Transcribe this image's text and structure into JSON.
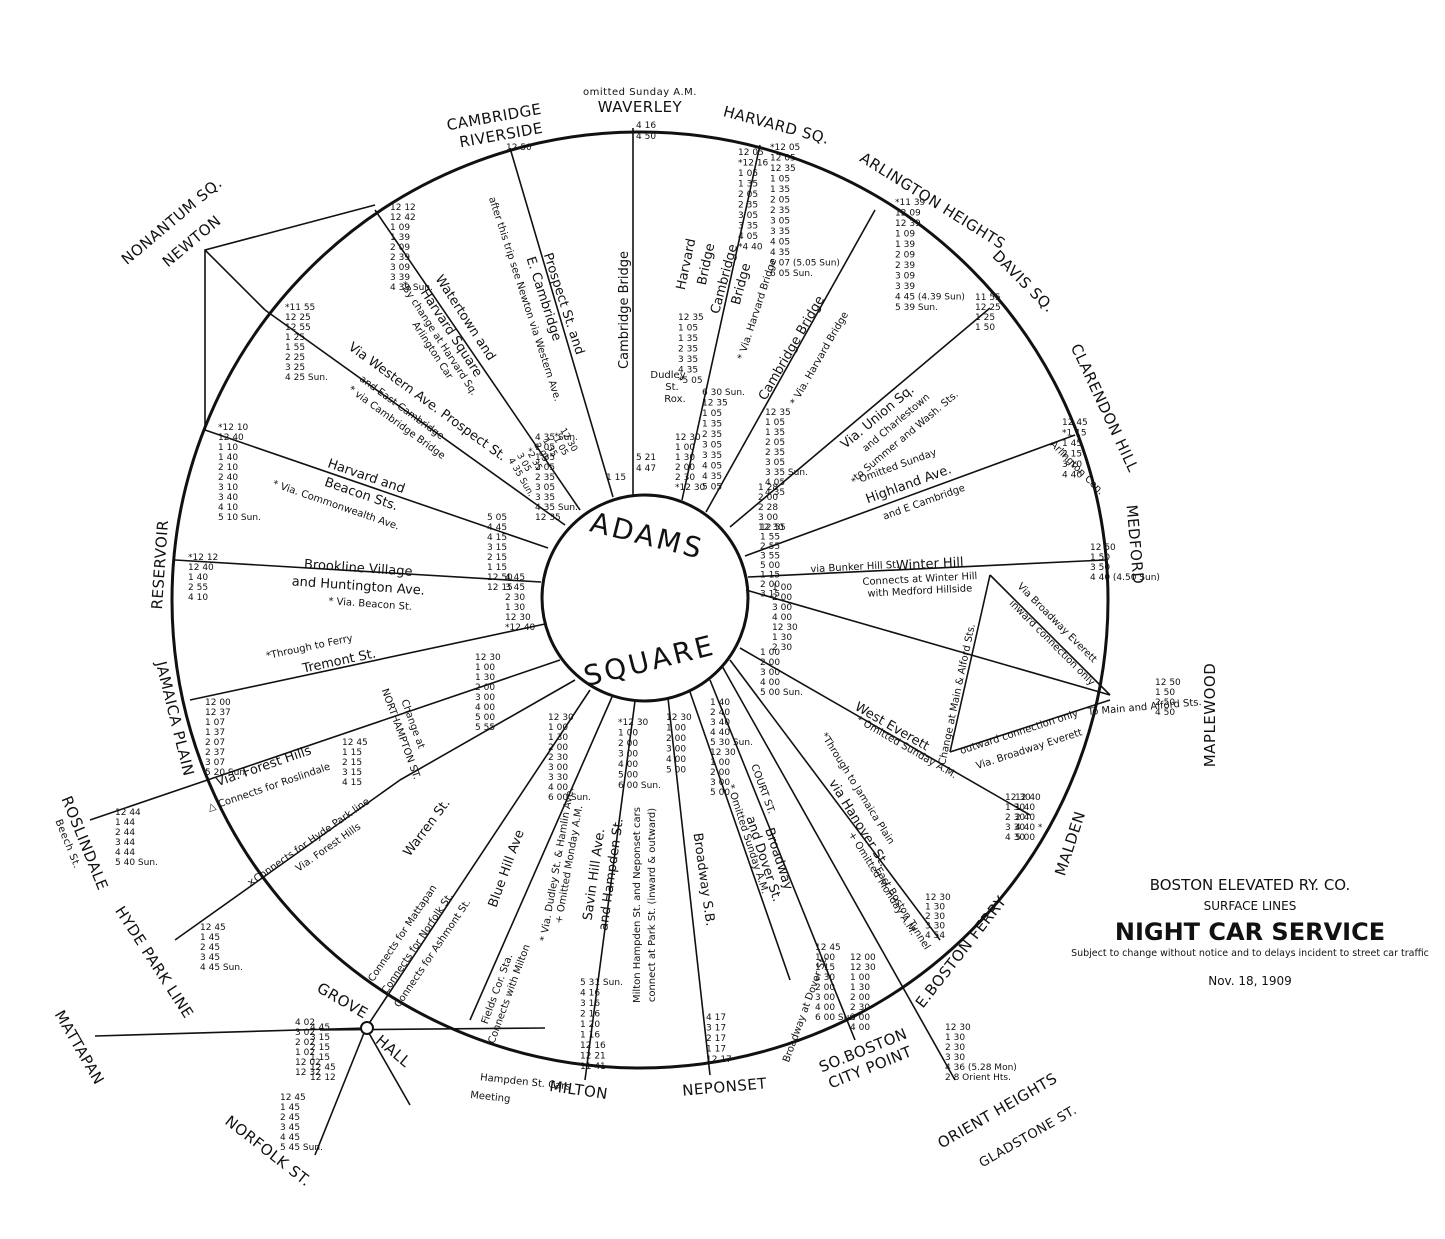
{
  "colors": {
    "ink": "#111111",
    "paper": "#ffffff"
  },
  "hub": {
    "top": "ADAMS",
    "bottom": "SQUARE"
  },
  "title": {
    "company": "BOSTON ELEVATED RY. CO.",
    "lines": "SURFACE LINES",
    "service": "NIGHT CAR SERVICE",
    "disclaimer": "Subject to change without notice and to delays incident to street car traffic",
    "date": "Nov. 18, 1909"
  },
  "destinations": {
    "waverley": "WAVERLEY",
    "waverley_note": "omitted Sunday A.M.",
    "cambridge_riverside_1": "CAMBRIDGE",
    "cambridge_riverside_2": "RIVERSIDE",
    "harvard_sq": "HARVARD SQ.",
    "arlington_heights": "ARLINGTON HEIGHTS",
    "davis_sq": "DAVIS SQ.",
    "clarendon_hill": "CLARENDON HILL",
    "medford": "MEDFORD",
    "maplewood": "MAPLEWOOD",
    "malden": "MALDEN",
    "e_boston_ferry": "E.BOSTON FERRY",
    "orient_heights": "ORIENT HEIGHTS",
    "gladstone": "GLADSTONE ST.",
    "so_boston": "SO.BOSTON",
    "city_point": "CITY POINT",
    "neponset": "NEPONSET",
    "milton": "MILTON",
    "grove_hall": "GROVE",
    "grove_hall_2": "HALL",
    "norfolk_st": "NORFOLK ST.",
    "mattapan": "MATTAPAN",
    "hyde_park_line": "HYDE PARK LINE",
    "roslindale": "ROSLINDALE",
    "roslindale_sub": "Beech St.",
    "jamaica_plain": "JAMAICA PLAIN",
    "reservoir": "RESERVOIR",
    "nonantum_sq": "NONANTUM SQ.",
    "newton": "NEWTON"
  },
  "routes": {
    "cambridge_bridge": "Cambridge Bridge",
    "prospect_1": "Prospect St. and",
    "prospect_2": "E. Cambridge",
    "prospect_note": "after this trip see Newton via Western Ave.",
    "watertown_1": "Watertown and",
    "watertown_2": "Harvard Square",
    "watertown_note_1": "*By change at Harvard Sq.",
    "watertown_note_2": "Arlington Car",
    "western_1": "Via Western Ave. Prospect St.",
    "western_2": "and East Cambridge",
    "western_3": "* via Cambridge Bridge",
    "harvard_beacon_1": "Harvard and",
    "harvard_beacon_2": "Beacon Sts.",
    "harvard_beacon_note": "* Via. Commonwealth Ave.",
    "brookline_1": "Brookline Village",
    "brookline_2": "and Huntington Ave.",
    "brookline_note": "* Via. Beacon St.",
    "tremont_note": "*Through to Ferry",
    "tremont": "Tremont St.",
    "forest_hills": "Via. Forest Hills",
    "forest_hills_note": "△ Connects for Roslindale",
    "northampton_1": "Change at",
    "northampton_2": "NORTHAMPTON ST.",
    "hyde_park_note": "×Connects for Hyde Park line",
    "hyde_park_via": "Via. Forest Hills",
    "warren": "Warren St.",
    "mattapan_note": "Connects for Mattapan",
    "norfolk_note": "Connects for Norfolk St.",
    "ashmont_note": "Connects for Ashmont St.",
    "blue_hill": "Blue Hill Ave",
    "fields_corner_1": "Fields Cor. Sta.",
    "fields_corner_2": "Connects with Milton",
    "dudley_note": "* Via. Dudley St. & Hamlin Ave.",
    "dudley_note_2": "+ Omitted Monday A.M.",
    "savin_hill_1": "Savin Hill Ave.",
    "savin_hill_2": "and Hampden St.",
    "milton_hampden_1": "Milton Hampden St. and Neponset cars",
    "milton_hampden_2": "connect at Park St. (inward & outward)",
    "broadway_sb": "Broadway S.B.",
    "court_st": "COURT ST.",
    "broadway_dover_1": "Broadway",
    "broadway_dover_2": "and Dover St.",
    "broadway_dover_note": "* Omitted Sunday A.M.",
    "broadway_at_dover": "Broadway at Dover St.",
    "hanover_note": "*Through to Jamaica Plain",
    "hanover": "via Hanover St.",
    "east_boston_tunnel": "East Boston Tunnel",
    "east_boston_note": "+ Omitted Monday A.M.",
    "west_everett": "West Everett",
    "west_everett_note": "* Omitted Sunday A.M.",
    "outward_conn": "outward connection only",
    "via_broadway_everett": "Via. Broadway Everett",
    "change_main": "Change at Main & Alford Sts.",
    "via_broadway_everett_2": "Via Broadway Everett",
    "inward_conn": "inward connection only",
    "winter_hill": "Winter Hill",
    "winter_hill_conn_1": "Connects at Winter Hill",
    "winter_hill_conn_2": "with Medford Hillside",
    "bunker_hill": "via Bunker Hill St.",
    "highland_note": "* Omitted Sunday",
    "highland_1": "Highland Ave.",
    "highland_2": "and E Cambridge",
    "arlington_cen": "Arlington Cen.",
    "union_sq_1": "Via. Union Sq.",
    "union_sq_2": "and Charlestown",
    "union_sq_3": "to Summer and Wash. Sts.",
    "cambridge_bridge_2": "Cambridge Bridge",
    "via_harvard_bridge": "* Via. Harvard Bridge",
    "harvard_bridge_1": "Harvard",
    "harvard_bridge_2": "Bridge",
    "cambridge_bridge_3": "Cambridge",
    "cambridge_bridge_3b": "Bridge",
    "via_harvard_bridge_2": "* Via. Harvard Bridge",
    "dudley_rox_1": "Dudley",
    "dudley_rox_2": "St.",
    "dudley_rox_3": "Rox.",
    "hampden_bottom_1": "Hampden St. Cars",
    "hampden_bottom_2": "Meeting",
    "to_malden_alford": "To Main and Alford Sts."
  },
  "times": {
    "waverley_out": [
      "4 16",
      "4 50"
    ],
    "waverley_in": [
      "5 21",
      "4 47"
    ],
    "riverside": [
      "12 50"
    ],
    "prospect_in": [
      "1 15"
    ],
    "prospect_out": [
      "12 30",
      "*1 05",
      "1 35",
      "2 05",
      "*2 35",
      "3 05",
      "4 35 Sun."
    ],
    "harvard_sq_out": [
      "*12 05",
      "12 05",
      "12 35",
      "1 05",
      "1 35",
      "2 05",
      "2 35",
      "3 05",
      "3 35",
      "4 05",
      "4 35",
      "5 07 (5.05 Sun)",
      "6 05 Sun."
    ],
    "harvard_sq_out_2": [
      "12 05",
      "*12 16",
      "1 05",
      "1 35",
      "2 05",
      "2 35",
      "3 05",
      "3 35",
      "4 05",
      "*4 40"
    ],
    "harvard_bridge_in": [
      "12 35",
      "1 05",
      "1 35",
      "2 35",
      "3 35",
      "4 35",
      "*5 05"
    ],
    "cambridge_bridge_in": [
      "6 30 Sun.",
      "12 35",
      "1 05",
      "1 35",
      "2 35",
      "3 05",
      "3 35",
      "4 05",
      "4 35",
      "5 05"
    ],
    "cambridge_in_2": [
      "12 30",
      "1 00",
      "1 30",
      "2 00",
      "2 30",
      "*12 30"
    ],
    "arlington_out": [
      "*11 39",
      "12 09",
      "12 39",
      "1 09",
      "1 39",
      "2 09",
      "2 39",
      "3 09",
      "3 39",
      "4 45 (4.39 Sun)",
      "5 39 Sun."
    ],
    "arlington_in": [
      "12 35",
      "1 05",
      "1 35",
      "2 05",
      "2 35",
      "3 05",
      "3 35 Sun.",
      "4 05",
      "4 35"
    ],
    "davis_out": [
      "11 55",
      "12 25",
      "1 25",
      "1 50"
    ],
    "davis_in": [
      "1 28",
      "2 00",
      "2 28",
      "3 00",
      "12 30"
    ],
    "clarendon_out": [
      "12 45",
      "*1 15",
      "1 45",
      "2 15",
      "3 10",
      "4 40"
    ],
    "clarendon_in": [
      "12 55",
      "1 55",
      "2 55",
      "3 55",
      "5 00",
      "1 15",
      "2 00",
      "3 15"
    ],
    "medford_out": [
      "12 50",
      "1 50",
      "3 50",
      "4 40 (4.50 Sun)"
    ],
    "medford_in": [
      "1 00",
      "2 00",
      "3 00",
      "4 00",
      "12 30",
      "1 30",
      "2 30"
    ],
    "maplewood_out": [
      "12 50",
      "1 50",
      "2 50",
      "4 50"
    ],
    "everett_in": [
      "1 00",
      "2 00",
      "3 00",
      "4 00",
      "5 00 Sun."
    ],
    "malden_out": [
      "12 40",
      "1 40",
      "2 40",
      "4 40 *",
      "5 00"
    ],
    "ferry_out": [
      "12 30",
      "1 30",
      "2 30",
      "3 30",
      "4 54"
    ],
    "orient_out": [
      "12 30",
      "1 30",
      "2 30",
      "3 30",
      "4 36 (5.28 Mon)",
      "2 8 Orient Hts."
    ],
    "city_point_out": [
      "12 00",
      "12 30",
      "1 00",
      "1 30",
      "2 00",
      "2 30",
      "3 00",
      "4 00"
    ],
    "dover_out": [
      "12 45",
      "1 00",
      "1 15",
      "1 30",
      "2 00",
      "3 00",
      "4 00",
      "6 00 Sun"
    ],
    "neponset_out": [
      "4 17",
      "3 17",
      "2 17",
      "1 17",
      "12 17"
    ],
    "broadway_in": [
      "1 40",
      "2 40",
      "3 40",
      "4 40",
      "5 30 Sun.",
      "12 30",
      "1 00",
      "2 00",
      "3 00",
      "5 00"
    ],
    "milton_out": [
      "5 31 Sun.",
      "4 16",
      "3 16",
      "2 16",
      "1 20",
      "1 16",
      "12 16",
      "12 21",
      "11 41"
    ],
    "savin_out": [
      "*12 30",
      "1 00",
      "2 00",
      "3 00",
      "4 00",
      "5 00",
      "6 00 Sun."
    ],
    "hampden_in": [
      "12 30",
      "1 00",
      "2 00",
      "3 00",
      "4 00",
      "5 00"
    ],
    "blue_hill_out": [
      "12 30",
      "1 00",
      "1 30",
      "2 00",
      "2 30",
      "3 00",
      "3 30",
      "4 00",
      "6 00 Sun."
    ],
    "grove_hall_out": [
      "12 45",
      "1 15",
      "2 15",
      "3 15",
      "4 15"
    ],
    "mattapan_out": [
      "4 45",
      "3 15",
      "2 15",
      "1 15",
      "12 45",
      "12 12"
    ],
    "mattapan_in": [
      "4 02",
      "3 02",
      "2 02",
      "1 02",
      "12 02",
      "12 32"
    ],
    "norfolk_out": [
      "12 45",
      "1 45",
      "2 45",
      "3 45",
      "4 45",
      "5 45 Sun."
    ],
    "hyde_park_out": [
      "12 45",
      "1 45",
      "2 45",
      "3 45",
      "4 45 Sun."
    ],
    "roslindale_out": [
      "12 44",
      "1 44",
      "2 44",
      "3 44",
      "4 44",
      "5 40 Sun."
    ],
    "jamaica_out": [
      "12 00",
      "12 37",
      "1 07",
      "1 37",
      "2 07",
      "2 37",
      "3 07",
      "5 20 Sun."
    ],
    "jamaica_in": [
      "12 30",
      "1 00",
      "1 30",
      "2 00",
      "3 00",
      "4 00",
      "5 00",
      "5 55"
    ],
    "reservoir_out": [
      "*12 12",
      "12 40",
      "1 40",
      "2 55",
      "4 10"
    ],
    "reservoir_in": [
      "4 45",
      "3 45",
      "2 30",
      "1 30",
      "12 30",
      "*12 40"
    ],
    "harvard_beacon_out": [
      "*12 10",
      "12 40",
      "1 10",
      "1 40",
      "2 10",
      "2 40",
      "3 10",
      "3 40",
      "4 10",
      "5 10 Sun."
    ],
    "harvard_beacon_in": [
      "5 05",
      "4 45",
      "4 15",
      "3 15",
      "2 15",
      "1 15",
      "12 50",
      "12 15"
    ],
    "newton_out": [
      "*11 55",
      "12 25",
      "12 55",
      "1 25",
      "1 55",
      "2 25",
      "3 25",
      "4 25 Sun."
    ],
    "watertown_out": [
      "12 12",
      "12 42",
      "1 09",
      "1 39",
      "2 09",
      "2 39",
      "3 09",
      "3 39",
      "4 39 Sun."
    ],
    "watertown_in": [
      "4 35 Sun.",
      "1 05",
      "1 35",
      "2 05",
      "2 35",
      "3 05",
      "3 35",
      "4 35 Sun.",
      "12 35"
    ],
    "everett_out": [
      "12 30",
      "1 30",
      "2 30",
      "3 30",
      "4 30"
    ]
  }
}
